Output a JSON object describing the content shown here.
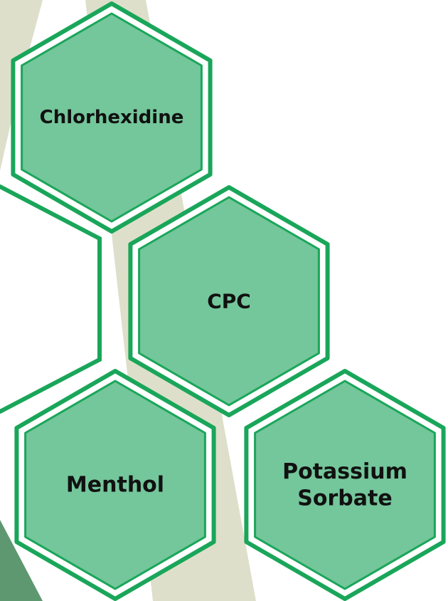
{
  "colors": {
    "background": "#ffffff",
    "beige_band": "#dedfca",
    "hex_outline": "#1aa65a",
    "hex_ring": "#ffffff",
    "hex_fill": "#74c69b",
    "corner_dark": "#5e9870",
    "text": "#111111"
  },
  "hexagons": [
    {
      "id": "chlorhexidine",
      "lines": [
        "Chlorhexidine"
      ]
    },
    {
      "id": "cpc",
      "lines": [
        "CPC"
      ]
    },
    {
      "id": "menthol",
      "lines": [
        "Menthol"
      ]
    },
    {
      "id": "potassium-sorbate",
      "lines": [
        "Potassium",
        "Sorbate"
      ]
    }
  ]
}
